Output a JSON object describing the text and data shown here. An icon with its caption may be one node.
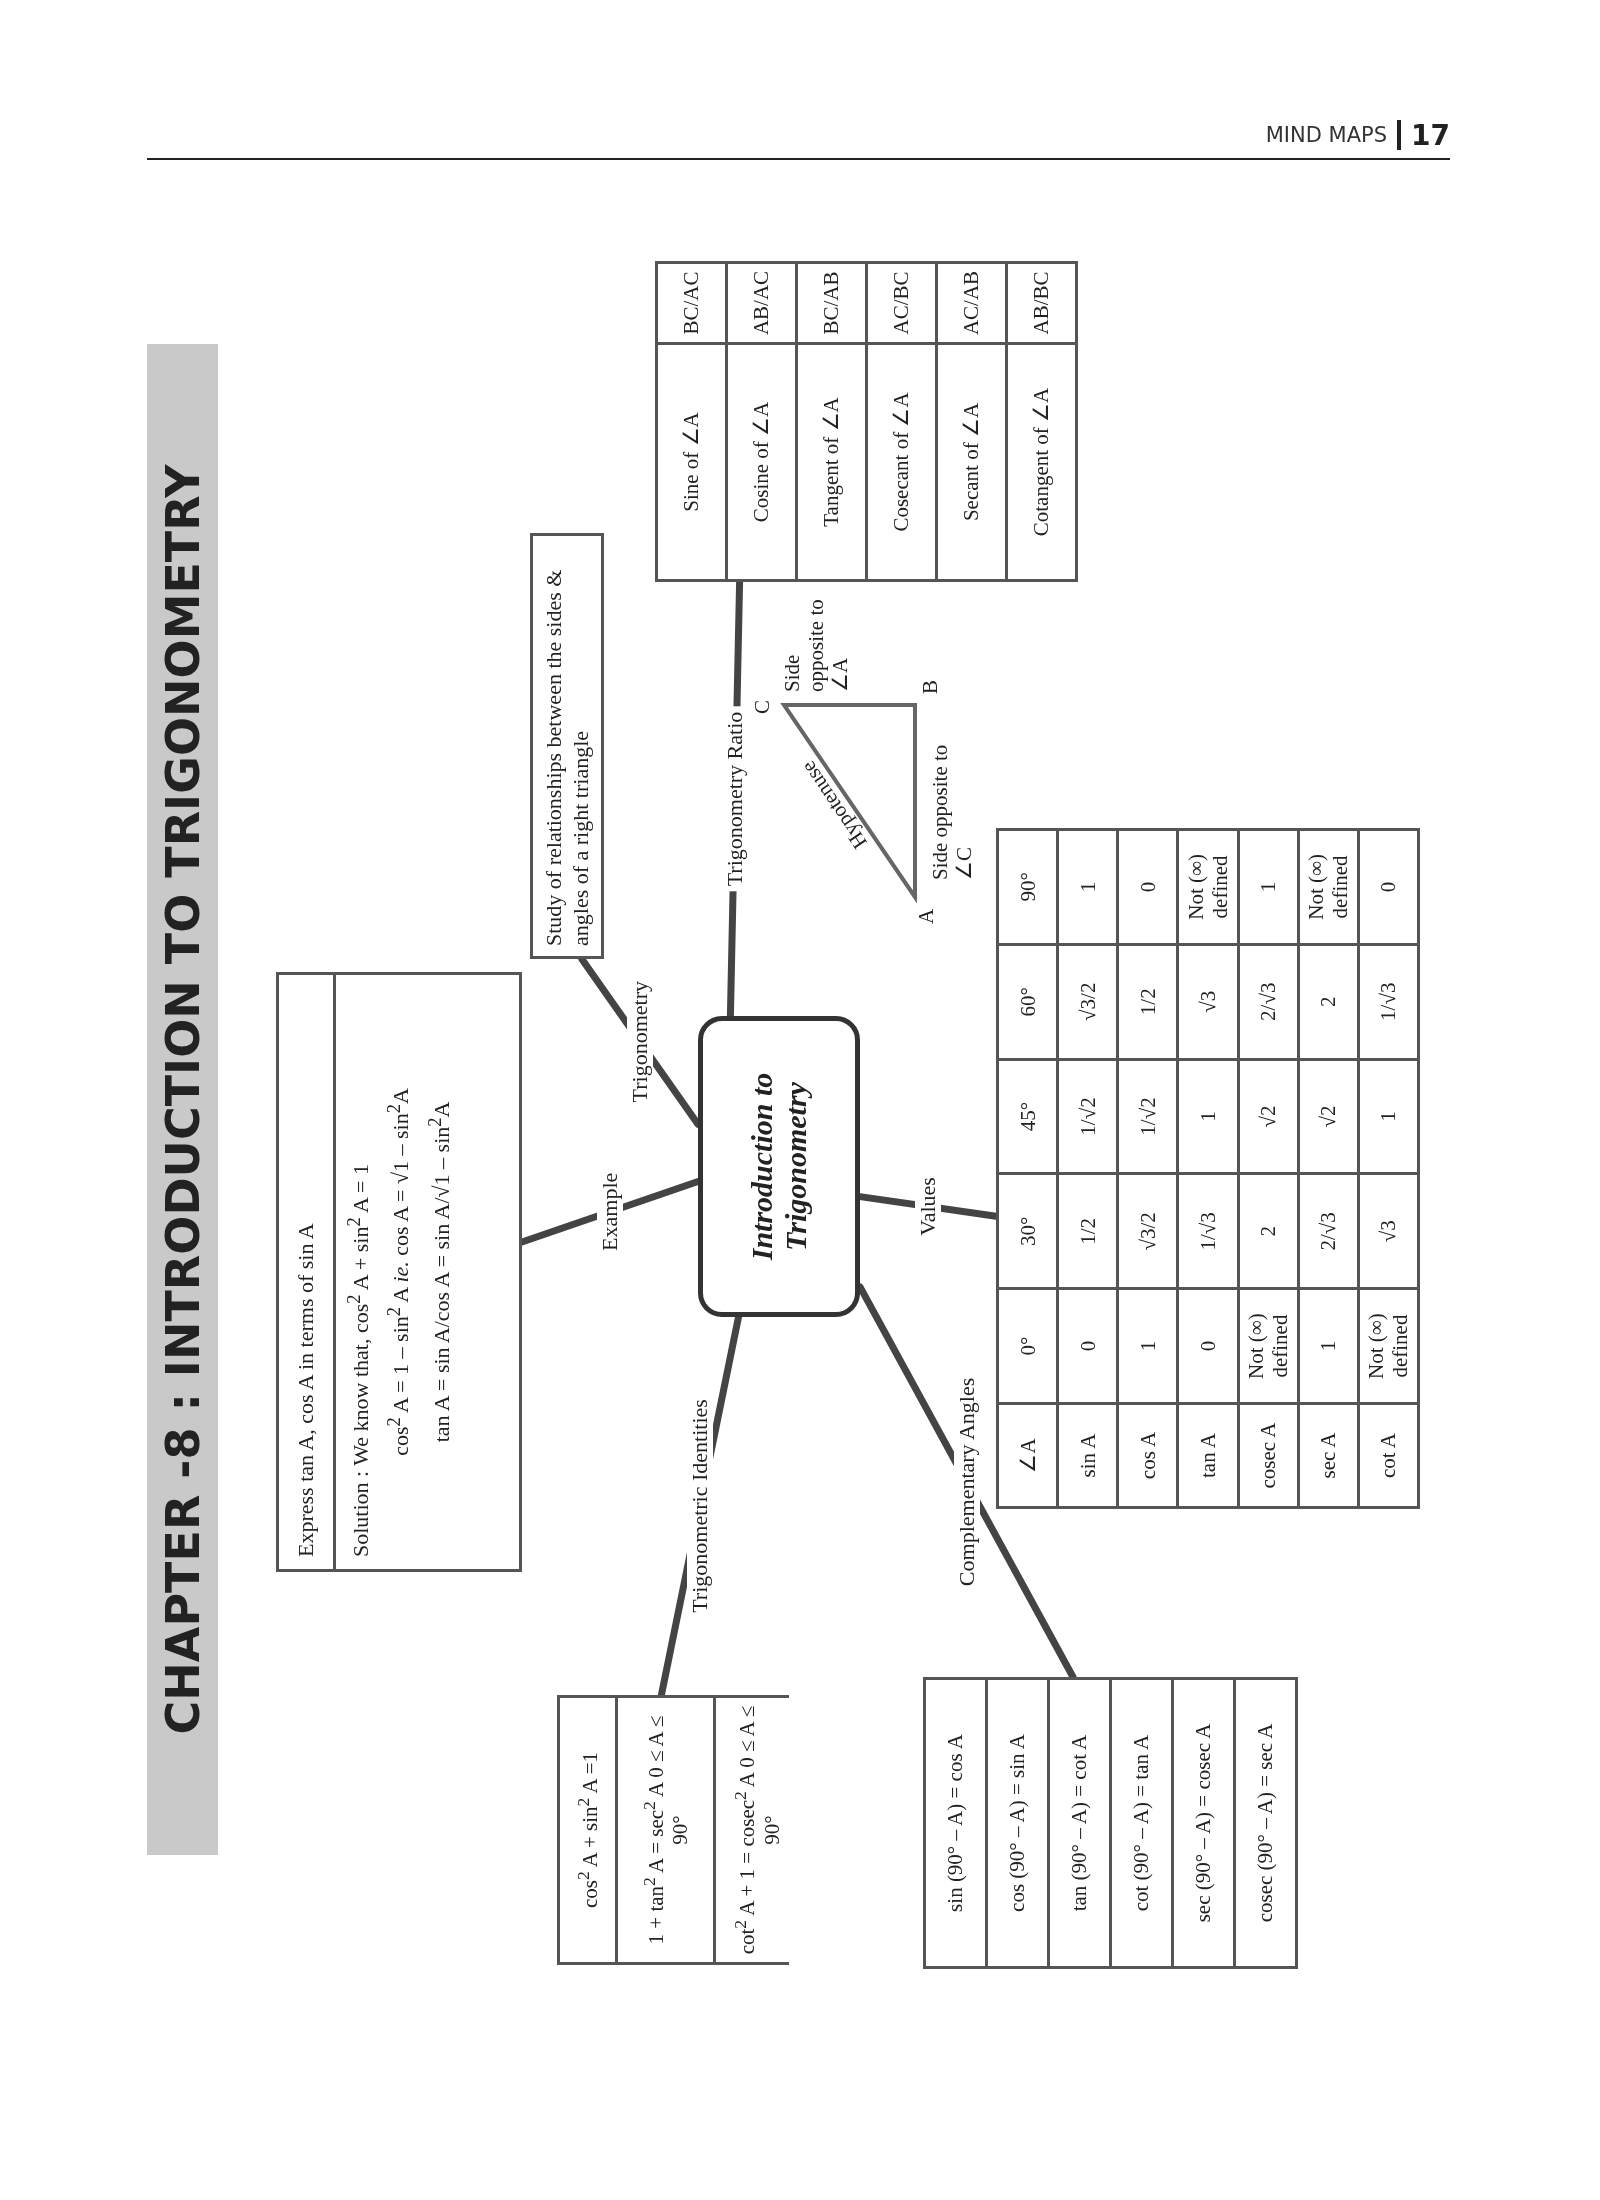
{
  "diagram": {
    "title": "CHAPTER -8 : INTRODUCTION TO TRIGONOMETRY",
    "nodes": [
      {
        "text": [
          "Introduction to Trigonometry"
        ]
      },
      {
        "text": [
          "Study of relationships between the sides & angles of a right triangle"
        ]
      },
      {
        "text": [
          "Express tan A, cos A in terms of sin A",
          "Solution : We know that, cos$^{2}$ A + sin$^{2}$ A = 1",
          "cos$^{2}$ A = 1 – sin$^{2}$ A *ie.* cos A = √1 – sin$^{2}$A",
          "tan A = sin A/cos A = sin A/√1 – sin$^{2}$A"
        ]
      },
      {
        "text": [
          "cos$^{2}$ A + sin$^{2}$ A =1",
          "1 + tan$^{2}$ A = sec$^{2}$ A 0 ≤ A ≤ 90°",
          "cot$^{2}$ A + 1 = cosec$^{2}$ A 0 ≤ A ≤ 90°"
        ]
      },
      {
        "text": [
          "sin (90° – A) = cos A",
          "cos (90° – A) = sin A",
          "tan (90° – A) = cot A",
          "cot (90° – A) = tan A",
          "sec (90° – A) = cosec A",
          "cosec (90° – A) = sec A"
        ]
      },
      {
        "text": [
          "∠A",
          "0°",
          "30°",
          "45°",
          "60°",
          "90°",
          "sin A",
          "0",
          "1/2",
          "1/√2",
          "√3/2",
          "1",
          "cos A",
          "1",
          "√3/2",
          "1/√2",
          "1/2",
          "0",
          "tan A",
          "0",
          "1/√3",
          "1",
          "√3",
          "Not (∞) defined",
          "cosec A",
          "Not (∞) defined",
          "2",
          "√2",
          "2/√3",
          "1",
          "sec A",
          "1",
          "2/√3",
          "√2",
          "2",
          "Not (∞) defined",
          "cot A",
          "Not (∞) defined",
          "√3",
          "1",
          "1/√3",
          "0"
        ]
      },
      {
        "text": [
          "Sine of ∠A",
          "BC/AC",
          "Cosine of ∠A",
          "AB/AC",
          "Tangent of ∠A",
          "BC/AB",
          "Cosecant of ∠A",
          "AC/BC",
          "Secant of ∠A",
          "AC/AB",
          "Cotangent of ∠A",
          "AB/BC"
        ]
      }
    ],
    "edges": [
      {
        "from": 0,
        "to": 1,
        "arrow": "none",
        "label": "Trigonometry"
      },
      {
        "from": 0,
        "to": 2,
        "arrow": "none",
        "label": "Example"
      },
      {
        "from": 0,
        "to": 3,
        "arrow": "none",
        "label": "Trigonometric Identities"
      },
      {
        "from": 0,
        "to": 4,
        "arrow": "none",
        "label": "Complementary Angles"
      },
      {
        "from": 0,
        "to": 5,
        "arrow": "none",
        "label": "Values"
      },
      {
        "from": 0,
        "to": 6,
        "arrow": "none",
        "label": "Trigonometry Ratio"
      }
    ],
    "labels": [
      "MIND MAPS",
      "17",
      "C",
      "Side opposite to ∠A",
      "B",
      "Hypotenuse",
      "A",
      "Side opposite to ∠C"
    ]
  }
}
